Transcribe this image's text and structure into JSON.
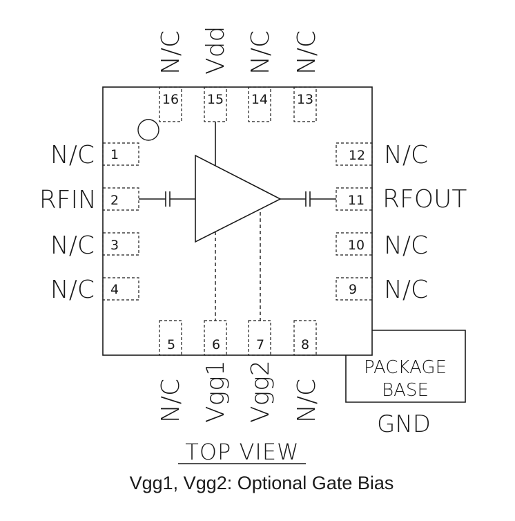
{
  "pins": {
    "p1": {
      "num": "1",
      "label": "N/C"
    },
    "p2": {
      "num": "2",
      "label": "RFIN"
    },
    "p3": {
      "num": "3",
      "label": "N/C"
    },
    "p4": {
      "num": "4",
      "label": "N/C"
    },
    "p5": {
      "num": "5",
      "label": "N/C"
    },
    "p6": {
      "num": "6",
      "label": "Vgg1"
    },
    "p7": {
      "num": "7",
      "label": "Vgg2"
    },
    "p8": {
      "num": "8",
      "label": "N/C"
    },
    "p9": {
      "num": "9",
      "label": "N/C"
    },
    "p10": {
      "num": "10",
      "label": "N/C"
    },
    "p11": {
      "num": "11",
      "label": "RFOUT"
    },
    "p12": {
      "num": "12",
      "label": "N/C"
    },
    "p13": {
      "num": "13",
      "label": "N/C"
    },
    "p14": {
      "num": "14",
      "label": "N/C"
    },
    "p15": {
      "num": "15",
      "label": "Vdd"
    },
    "p16": {
      "num": "16",
      "label": "N/C"
    }
  },
  "package_base": {
    "line1": "PACKAGE",
    "line2": "BASE",
    "gnd": "GND"
  },
  "view_title": "TOP VIEW",
  "caption": "Vgg1, Vgg2: Optional Gate Bias"
}
